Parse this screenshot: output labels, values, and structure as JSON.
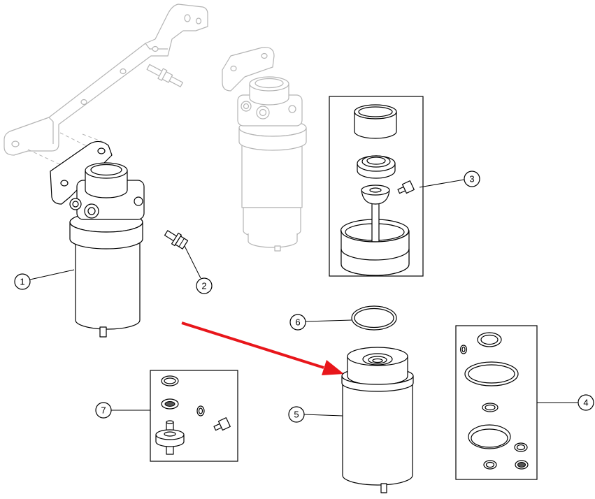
{
  "callouts": [
    {
      "label": "1"
    },
    {
      "label": "2"
    },
    {
      "label": "3"
    },
    {
      "label": "4"
    },
    {
      "label": "5",
      "highlighted": true
    },
    {
      "label": "6"
    },
    {
      "label": "7"
    }
  ],
  "colors": {
    "highlight": "#b5c25a",
    "arrow": "#e8161b"
  }
}
